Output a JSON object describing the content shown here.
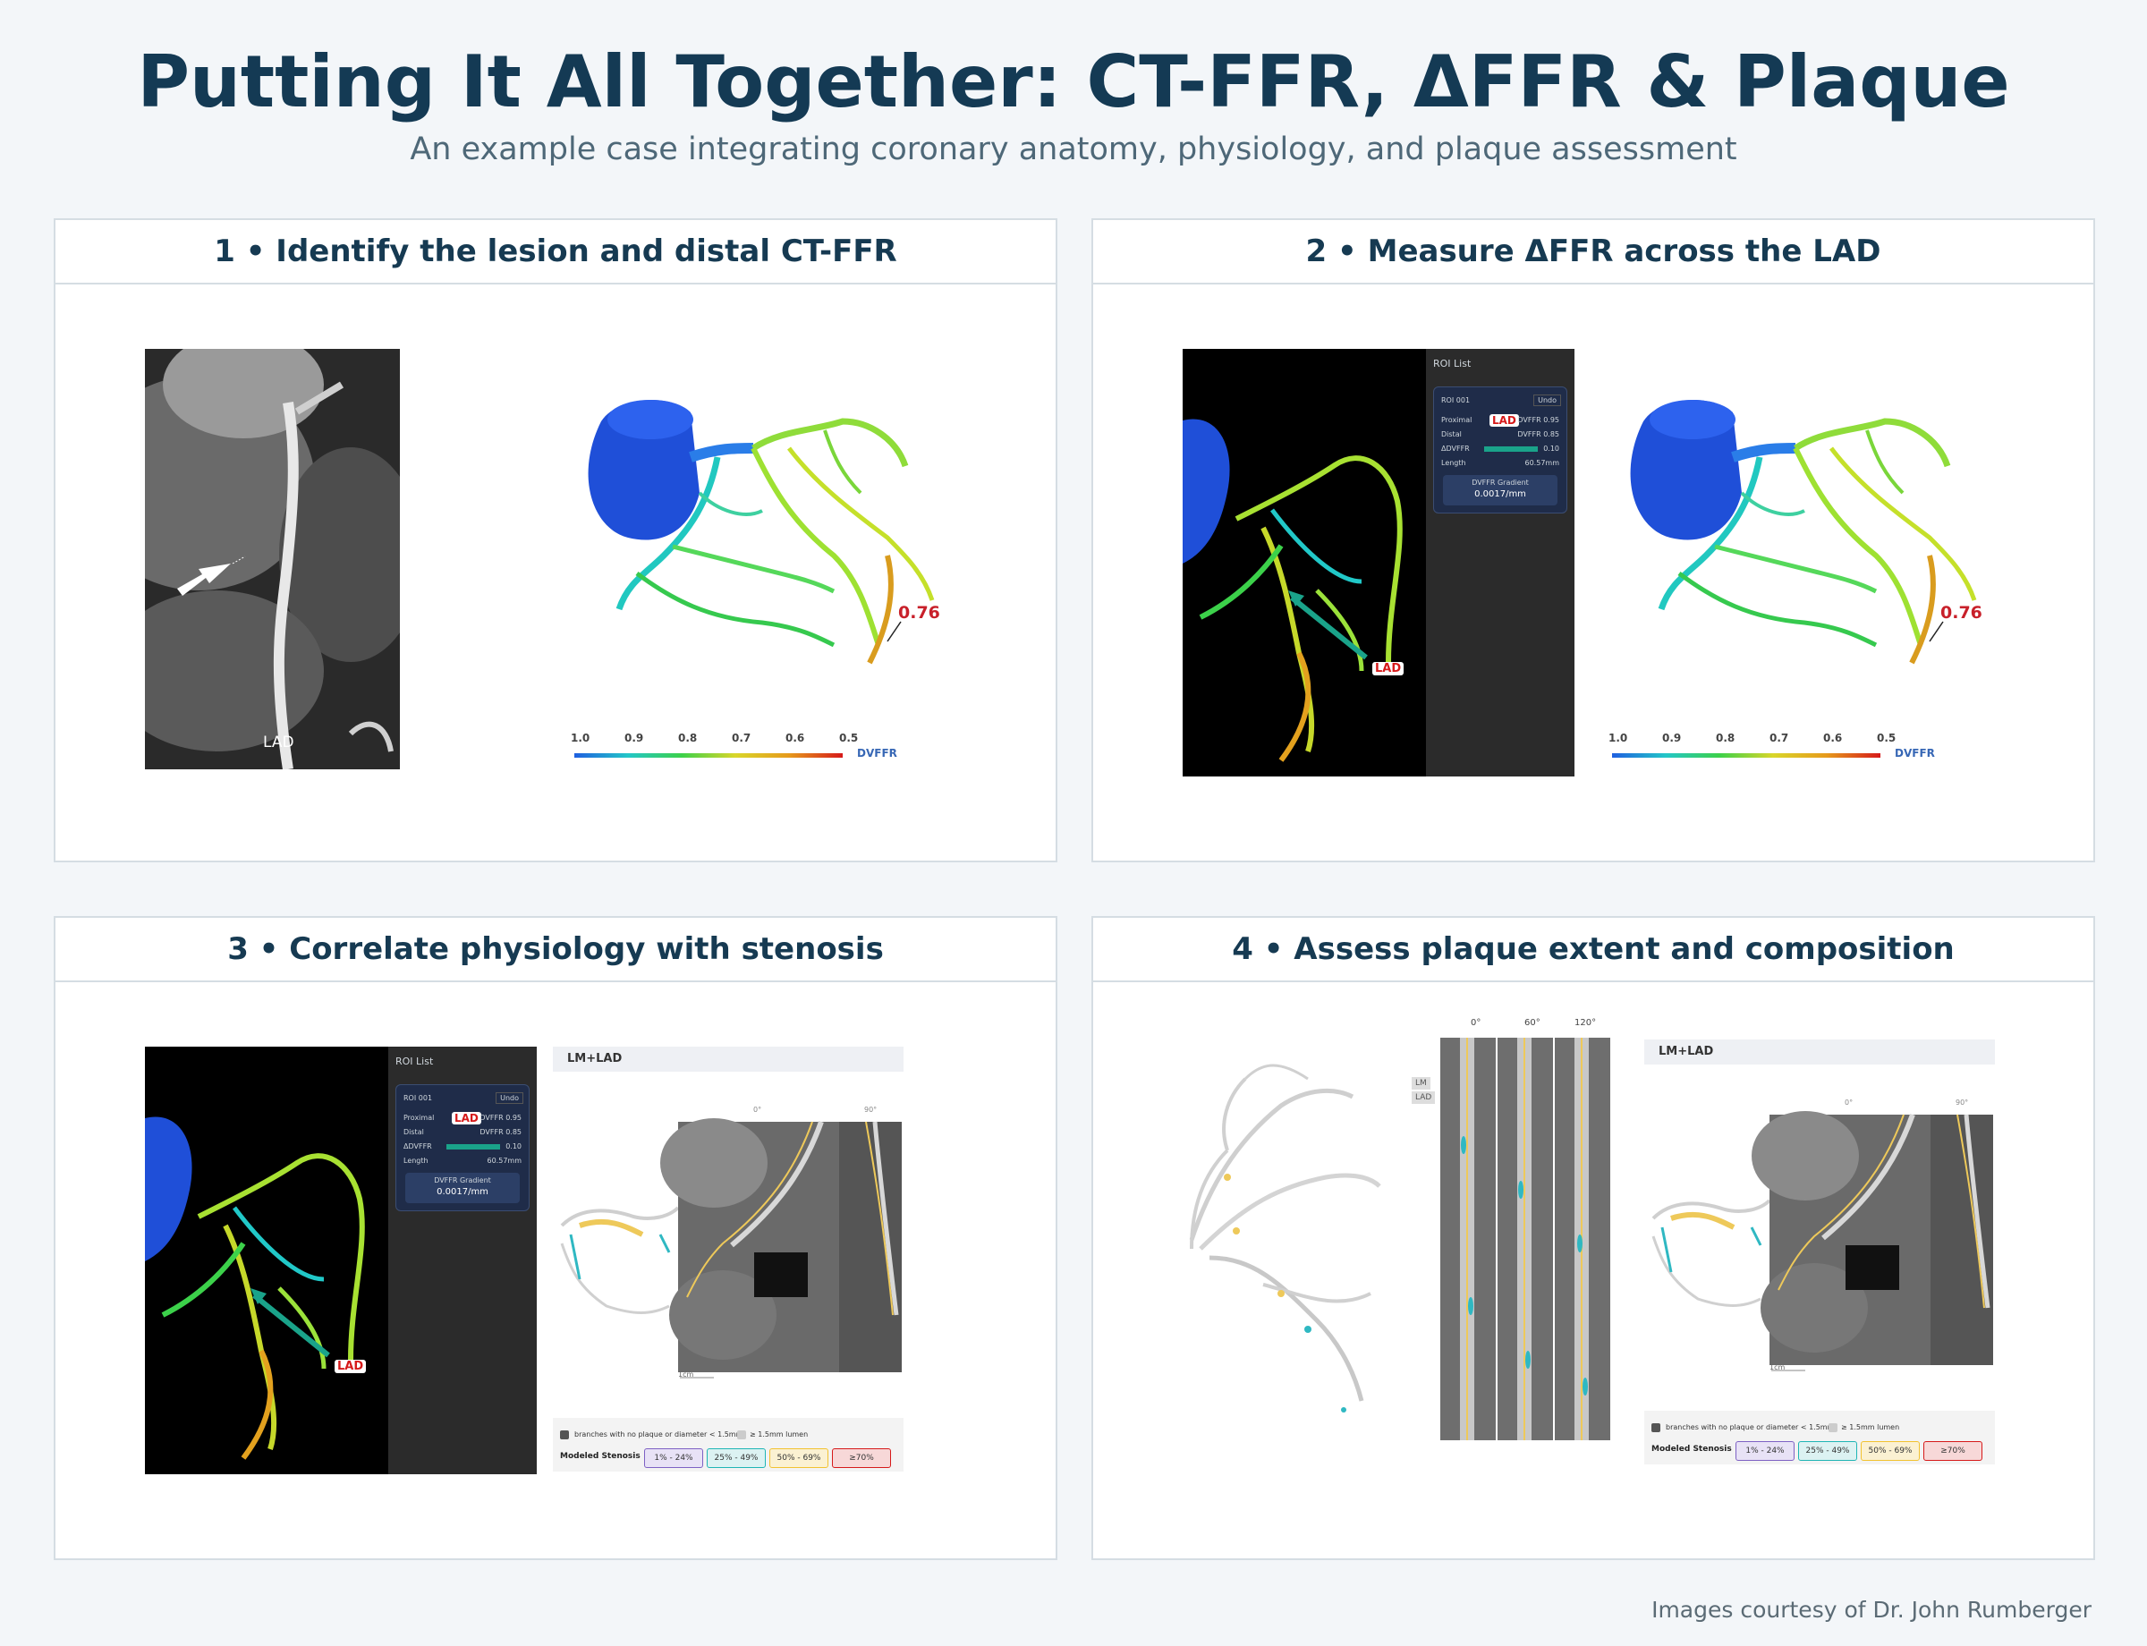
{
  "header": {
    "title": "Putting It All Together: CT-FFR, ΔFFR & Plaque",
    "subtitle": "An example case integrating coronary anatomy, physiology, and plaque assessment"
  },
  "panels": [
    {
      "title": "1  •  Identify the lesion and distal CT-FFR"
    },
    {
      "title": "2  •  Measure ΔFFR across the LAD"
    },
    {
      "title": "3  •  Correlate physiology with stenosis"
    },
    {
      "title": "4  •  Assess plaque extent and composition"
    }
  ],
  "ct_label": "LAD",
  "ffr_value": "0.76",
  "colorbar": {
    "ticks": [
      "1.0",
      "0.9",
      "0.8",
      "0.7",
      "0.6",
      "0.5"
    ],
    "label": "DVFFR"
  },
  "roi": {
    "list_title": "ROI List",
    "name": "ROI 001",
    "button": "Undo",
    "vessel": "LAD",
    "rows": [
      [
        "Proximal",
        "DVFFR 0.95"
      ],
      [
        "Distal",
        "DVFFR 0.85"
      ],
      [
        "ΔDVFFR",
        "0.10"
      ],
      [
        "Length",
        "60.57mm"
      ]
    ],
    "gradient_label": "DVFFR Gradient",
    "gradient_value": "0.0017/mm"
  },
  "plaque": {
    "header": "LM+LAD",
    "angles": [
      "0°",
      "60°",
      "120°"
    ],
    "angles_small": [
      "0°",
      "90°"
    ],
    "scale": "1cm",
    "side_labels": [
      "LM",
      "LAD"
    ],
    "legend_line1": "branches with no plaque or diameter < 1.5mm",
    "legend_line1b": "≥ 1.5mm lumen",
    "legend_title": "Modeled Stenosis",
    "chips": [
      "1% - 24%",
      "25% - 49%",
      "50% - 69%",
      "≥70%"
    ],
    "chip_colors": [
      "#7e61c4",
      "#1fb5b5",
      "#f2c230",
      "#d61a1a"
    ]
  },
  "footer": "Images courtesy of Dr. John Rumberger"
}
